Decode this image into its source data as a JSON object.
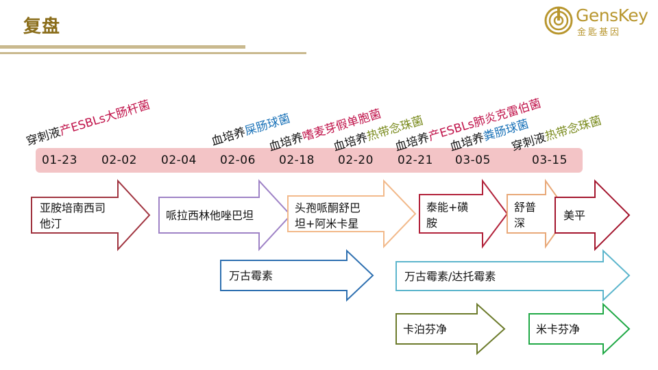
{
  "title": "复盘",
  "logo": {
    "name_en": "GensKey",
    "name_cn": "金匙基因",
    "icon": "genskey-logo-icon"
  },
  "colors": {
    "title": "#8a6d1a",
    "timeline_bar": "#f3c4c6",
    "crimson": "#c0134a",
    "blue": "#1a72b8",
    "olive": "#7a8b1e"
  },
  "timeline": {
    "dates": [
      "01-23",
      "02-02",
      "02-04",
      "02-06",
      "02-18",
      "02-20",
      "02-21",
      "03-05",
      "03-15"
    ],
    "events": [
      {
        "source": "穿刺液",
        "organism": "产ESBLs大肠杆菌"
      },
      {
        "source": "血培养",
        "organism": "屎肠球菌"
      },
      {
        "source": "血培养",
        "organism": "嗜麦芽假单胞菌"
      },
      {
        "source": "血培养",
        "organism": "热带念珠菌"
      },
      {
        "source": "血培养",
        "organism": "产ESBLs肺炎克雷伯菌"
      },
      {
        "source": "血培养",
        "organism": "粪肠球菌"
      },
      {
        "source": "穿刺液",
        "organism": "热带念珠菌"
      }
    ]
  },
  "treatments": [
    {
      "label": "亚胺培南西司他汀",
      "lines": [
        "亚胺培南西司",
        "他汀"
      ],
      "color": "#a0333f"
    },
    {
      "label": "哌拉西林他唑巴坦",
      "lines": [
        "哌拉西林他唑巴坦"
      ],
      "color": "#9e82c6"
    },
    {
      "label": "头孢哌酮舒巴坦+阿米卡星",
      "lines": [
        "头孢哌酮舒巴",
        "坦+阿米卡星"
      ],
      "color": "#f2b98a"
    },
    {
      "label": "泰能+磺胺",
      "lines": [
        "泰能+磺",
        "胺"
      ],
      "color": "#b2223a"
    },
    {
      "label": "舒普深",
      "lines": [
        "舒普",
        "深"
      ],
      "color": "#e8a878"
    },
    {
      "label": "美平",
      "lines": [
        "美平"
      ],
      "color": "#a3142c"
    },
    {
      "label": "万古霉素",
      "lines": [
        "万古霉素"
      ],
      "color": "#2d6fb0"
    },
    {
      "label": "万古霉素/达托霉素",
      "lines": [
        "万古霉素/达托霉素"
      ],
      "color": "#5bb5cc"
    },
    {
      "label": "卡泊芬净",
      "lines": [
        "卡泊芬净"
      ],
      "color": "#6b7a2a"
    },
    {
      "label": "米卡芬净",
      "lines": [
        "米卡芬净"
      ],
      "color": "#1fa845"
    }
  ]
}
